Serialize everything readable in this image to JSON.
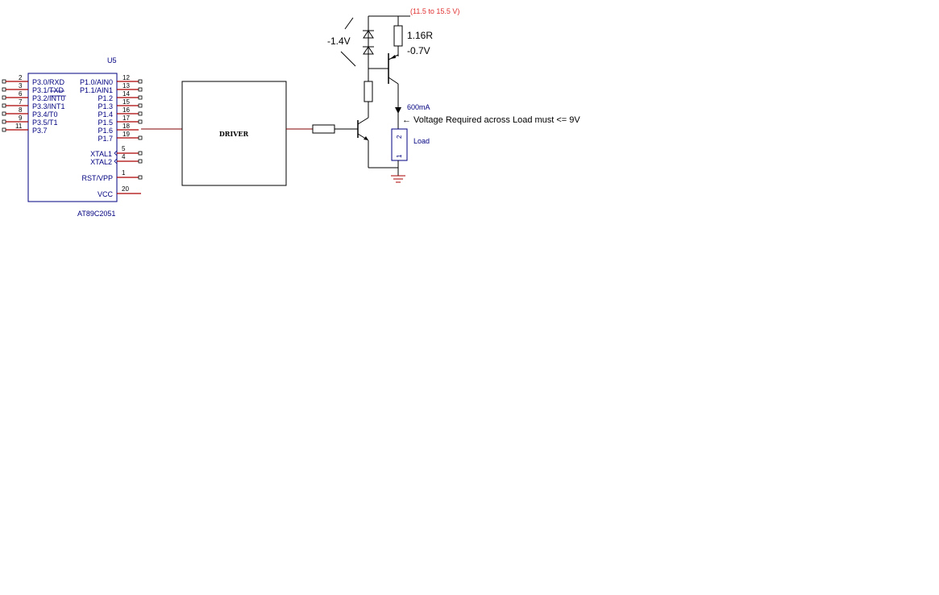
{
  "mcu": {
    "ref": "U5",
    "part": "AT89C2051",
    "left_pins": [
      {
        "num": "2",
        "name": "P3.0/RXD"
      },
      {
        "num": "3",
        "name": "P3.1/TXD"
      },
      {
        "num": "6",
        "name": "P3.2/INT0"
      },
      {
        "num": "7",
        "name": "P3.3/INT1"
      },
      {
        "num": "8",
        "name": "P3.4/T0"
      },
      {
        "num": "9",
        "name": "P3.5/T1"
      },
      {
        "num": "11",
        "name": "P3.7"
      }
    ],
    "right_pins": [
      {
        "num": "12",
        "name": "P1.0/AIN0"
      },
      {
        "num": "13",
        "name": "P1.1/AIN1"
      },
      {
        "num": "14",
        "name": "P1.2"
      },
      {
        "num": "15",
        "name": "P1.3"
      },
      {
        "num": "16",
        "name": "P1.4"
      },
      {
        "num": "17",
        "name": "P1.5"
      },
      {
        "num": "18",
        "name": "P1.6"
      },
      {
        "num": "19",
        "name": "P1.7"
      }
    ],
    "xtal_pins": [
      {
        "num": "5",
        "name": "XTAL1"
      },
      {
        "num": "4",
        "name": "XTAL2"
      }
    ],
    "rst_pin": {
      "num": "1",
      "name": "RST/VPP"
    },
    "vcc_pin": {
      "num": "20",
      "name": "VCC"
    }
  },
  "driver": {
    "label": "DRIVER"
  },
  "supply": {
    "label": "(11.5 to 15.5 V)",
    "color": "#e03030"
  },
  "annotations": {
    "diode_drop": "-1.4V",
    "sense_resistor": "1.16R",
    "vbe_drop": "-0.7V",
    "current": "600mA",
    "load_note": "← Voltage Required across Load must <= 9V"
  },
  "load": {
    "label": "Load",
    "pin_top": "2",
    "pin_bottom": "1"
  },
  "colors": {
    "wire": "#000000",
    "pin_wire": "#aa0000",
    "bus_wire": "#800000",
    "part_outline": "#000080",
    "part_text": "#000080",
    "pin_number": "#000000",
    "supply": "#e03030"
  }
}
